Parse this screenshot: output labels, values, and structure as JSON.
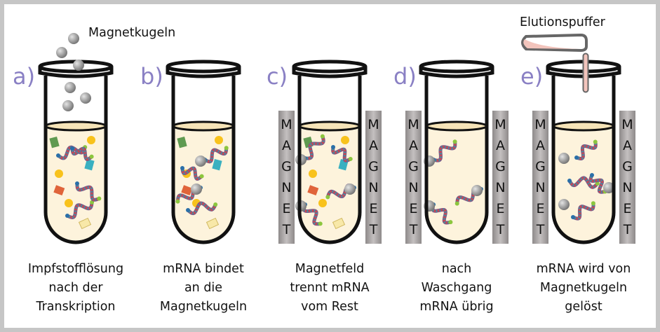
{
  "labels": {
    "beads": "Magnetkugeln",
    "buffer": "Elutionspuffer",
    "magnet": "MAGNET"
  },
  "steps": [
    {
      "letter": "a)",
      "caption": [
        "Impfstofflösung",
        "nach der",
        "Transkription"
      ],
      "magnets": false
    },
    {
      "letter": "b)",
      "caption": [
        "mRNA bindet",
        "an die",
        "Magnetkugeln"
      ],
      "magnets": false
    },
    {
      "letter": "c)",
      "caption": [
        "Magnetfeld",
        "trennt mRNA",
        "vom Rest"
      ],
      "magnets": true
    },
    {
      "letter": "d)",
      "caption": [
        "nach",
        "Waschgang",
        "mRNA übrig"
      ],
      "magnets": true
    },
    {
      "letter": "e)",
      "caption": [
        "mRNA wird von",
        "Magnetkugeln",
        "gelöst"
      ],
      "magnets": true
    }
  ],
  "colors": {
    "step": "#8a80c4",
    "liquid": "#fdf3dc",
    "magnet": "#a8a4a4",
    "buffer": "#f2c4bc",
    "bead": "#9a9a9a",
    "yellow": "#f8c21c"
  }
}
